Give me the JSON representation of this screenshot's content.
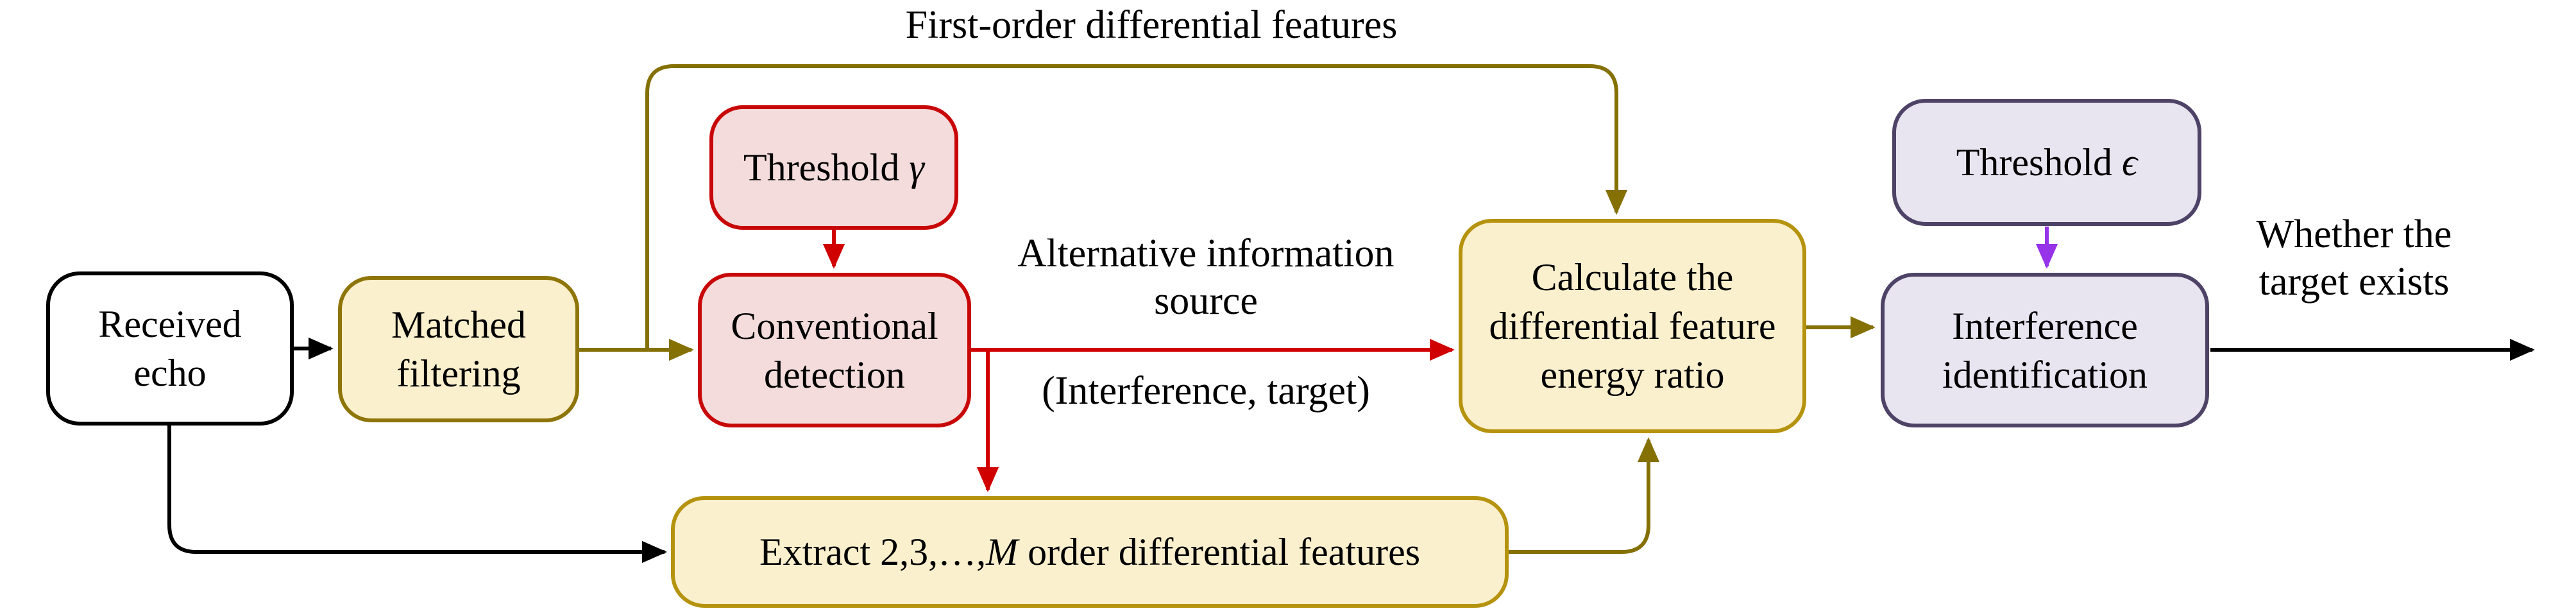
{
  "diagram": {
    "top_label": "First-order differential features",
    "nodes": {
      "received_echo": {
        "label": "Received\necho"
      },
      "matched_filtering": {
        "label": "Matched\nfiltering"
      },
      "threshold_gamma": {
        "label": "Threshold ",
        "math": "γ"
      },
      "conventional_detection": {
        "label": "Conventional\ndetection"
      },
      "calculate_ratio": {
        "label": "Calculate the\ndifferential feature\nenergy ratio"
      },
      "threshold_epsilon": {
        "label": "Threshold ",
        "math": "ϵ"
      },
      "interference_identification": {
        "label": "Interference\nidentification"
      },
      "extract_features": {
        "prefix": "Extract 2,3,…,",
        "math": "M",
        "suffix": " order differential features"
      }
    },
    "edge_labels": {
      "alternative_info_source": "Alternative information\nsource",
      "interference_target": "(Interference, target)",
      "whether_target_exists": "Whether the\ntarget exists"
    },
    "colors": {
      "black": "#000000",
      "olive_connector": "#857004",
      "gold_border": "#b5930e",
      "dark_gold_border": "#8e7509",
      "cream_fill": "#fbf0cd",
      "red_border": "#c80808",
      "red_connector": "#d10000",
      "pink_fill": "#f4dcdc",
      "purple_border": "#4e4366",
      "lavender_fill": "#e8e4f0",
      "violet_arrow": "#9632e8"
    }
  }
}
